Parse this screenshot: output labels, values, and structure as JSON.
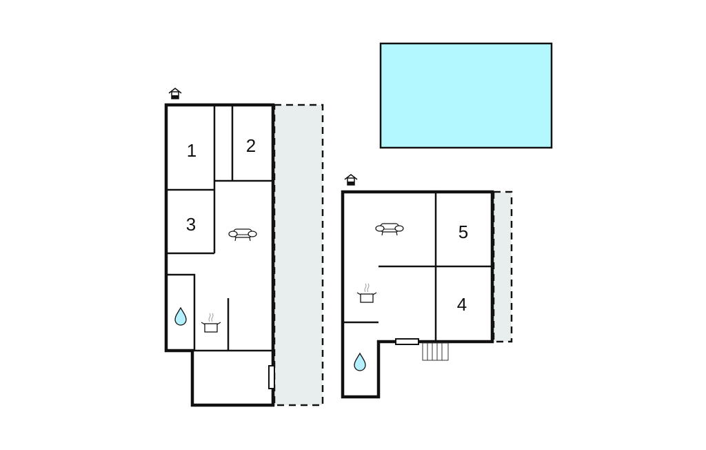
{
  "colors": {
    "pool": "#b4f8ff",
    "terrace": "#e8eded",
    "wall": "#111111",
    "water": "#b4f0ff"
  },
  "pool": {
    "shown": true
  },
  "buildings": [
    {
      "rooms": [
        {
          "label": "1"
        },
        {
          "label": "2"
        },
        {
          "label": "3"
        }
      ],
      "icons": [
        "house-entrance-icon",
        "sofa-icon",
        "cooking-pot-icon",
        "water-drop-icon",
        "door-icon"
      ]
    },
    {
      "rooms": [
        {
          "label": "5"
        },
        {
          "label": "4"
        }
      ],
      "icons": [
        "house-entrance-icon",
        "sofa-icon",
        "cooking-pot-icon",
        "water-drop-icon",
        "door-icon",
        "stairs-icon"
      ]
    }
  ]
}
